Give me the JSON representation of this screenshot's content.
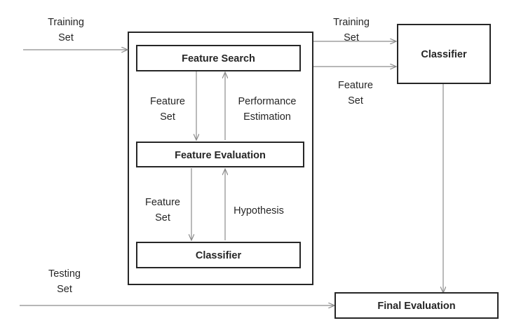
{
  "nodes": {
    "feature_search": "Feature Search",
    "feature_evaluation": "Feature Evaluation",
    "inner_classifier": "Classifier",
    "classifier": "Classifier",
    "final_evaluation": "Final Evaluation"
  },
  "labels": {
    "training_set_in": [
      "Training",
      "Set"
    ],
    "training_set_out": [
      "Training",
      "Set"
    ],
    "feature_set_out": [
      "Feature",
      "Set"
    ],
    "feature_set_upper": [
      "Feature",
      "Set"
    ],
    "performance_estimation": [
      "Performance",
      "Estimation"
    ],
    "feature_set_lower": [
      "Feature",
      "Set"
    ],
    "hypothesis": "Hypothesis",
    "testing_set": [
      "Testing",
      "Set"
    ]
  },
  "colors": {
    "box_stroke": "#262626",
    "arrow": "#8c8c8c",
    "text": "#262626"
  }
}
